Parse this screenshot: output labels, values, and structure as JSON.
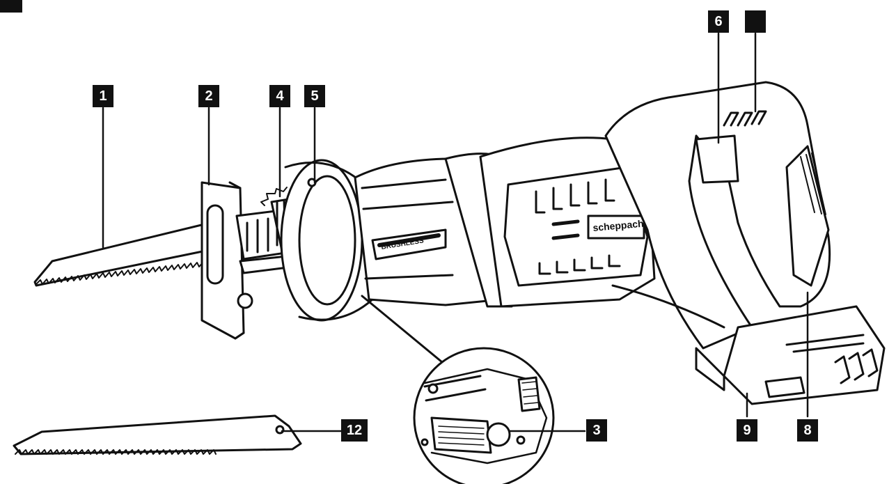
{
  "callouts": {
    "c1": "1",
    "c2": "2",
    "c3": "3",
    "c4": "4",
    "c5": "5",
    "c6": "6",
    "c7": "",
    "c8": "8",
    "c9": "9",
    "c12": "12"
  },
  "brand_text": "scheppach",
  "motor_text": "BRUSHLESS",
  "colors": {
    "ink": "#111111",
    "background": "#ffffff"
  }
}
